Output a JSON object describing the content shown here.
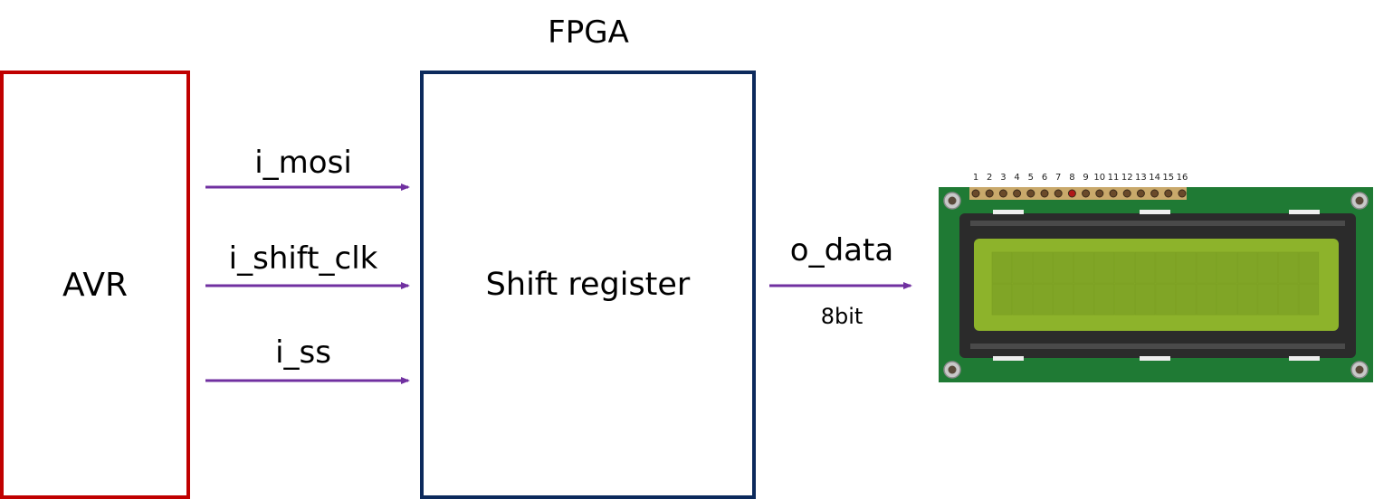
{
  "fpga": {
    "title": "FPGA",
    "block_label": "Shift register"
  },
  "avr": {
    "block_label": "AVR"
  },
  "signals": [
    {
      "label": "i_mosi"
    },
    {
      "label": "i_shift_clk"
    },
    {
      "label": "i_ss"
    }
  ],
  "output": {
    "label": "o_data",
    "width_label": "8bit"
  },
  "lcd": {
    "pin_numbers": [
      "1",
      "2",
      "3",
      "4",
      "5",
      "6",
      "7",
      "8",
      "9",
      "10",
      "11",
      "12",
      "13",
      "14",
      "15",
      "16"
    ],
    "rows": 2,
    "columns": 16
  },
  "colors": {
    "avr_border": "#c00000",
    "fpga_border": "#0c2a5c",
    "arrow": "#7030a0",
    "lcd_board": "#1f7a34",
    "lcd_screen": "#8db32b"
  }
}
